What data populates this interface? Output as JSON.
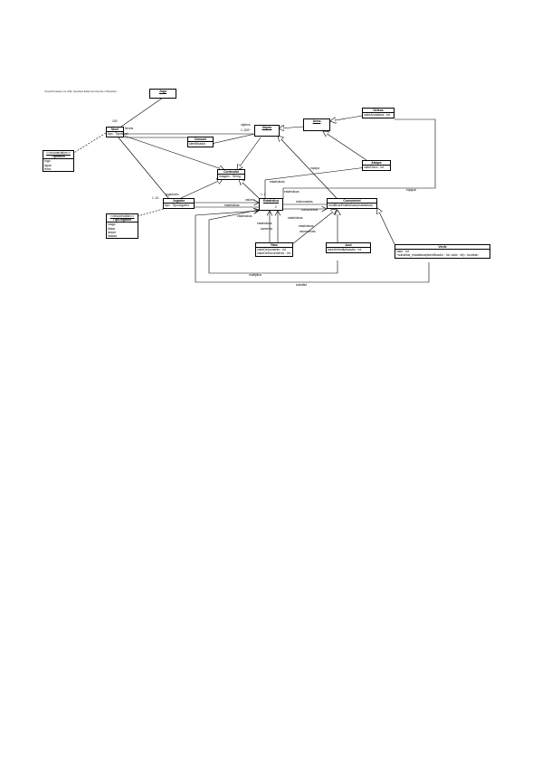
{
  "header": {
    "text": "Visual Paradigm for UML Standard Edition(University of Brasília)"
  },
  "classes": {
    "jogo": {
      "name": "Jogo"
    },
    "nivel": {
      "name": "Nível",
      "attributes": [
        "tipo : TipoNível"
      ]
    },
    "tipo_nivel": {
      "stereotype": "<<enumeration>>",
      "name": "TipoNível",
      "attributes": [
        "fogo",
        "água",
        "terra"
      ]
    },
    "comum": {
      "name": "ComumI",
      "attributes": [
        "identificador"
      ]
    },
    "objeto": {
      "name": "Objeto"
    },
    "conteudo": {
      "name": "ConteudoI",
      "attributes": [
        "imagem : String"
      ]
    },
    "jogador": {
      "name": "Jogador",
      "attributes": [
        "tipo : TipoJogador"
      ]
    },
    "tipo_jogador": {
      "stereotype": "<<enumeration>>",
      "name": "TipoJogador",
      "attributes": [
        "mago",
        "titular",
        "lancer",
        "lutador"
      ]
    },
    "arma": {
      "name": "Arma"
    },
    "defesa": {
      "name": "Defesa",
      "attributes": [
        "valorArmadura : Int"
      ]
    },
    "ataque": {
      "name": "Ataque",
      "attributes": [
        "valorDano : Int"
      ]
    },
    "estatistica": {
      "name": "Estatística"
    },
    "consumivel": {
      "name": "Consumível",
      "attributes": [
        "modificarEstatísticas(estatística)"
      ]
    },
    "raio": {
      "name": "Raio",
      "attributes": [
        "valorDeAumento : Int",
        "valorDeDecremento : Int"
      ]
    },
    "azul": {
      "name": "Azul",
      "attributes": [
        "fatorDeMultiplicação : Int"
      ]
    },
    "verde": {
      "name": "Verde",
      "attributes": [
        "valor : Int",
        "+substituir_estatistica(identificador : Int, valor : Int) : boolean"
      ]
    }
  },
  "labels": {
    "mult_100": "100",
    "niveis": "Níveis",
    "objetos": "objetos",
    "mult_1_200": "1..200*",
    "equipa": "equipa",
    "equipar": "equipar",
    "estatisticas_1": "estatísticas",
    "estatisticas_2": "estatísticas",
    "estatisticas_3": "estatísticas",
    "estatisticas_4": "estatísticas",
    "estatisticas_5": "estatísticas",
    "estatisticas_6": "estatísticas",
    "estatisticas_7": "estatísticas",
    "jogadores": "jogadores",
    "mult_1_10": "1..10",
    "valores": "valores",
    "mult_1_2": "1..2",
    "relacionadas": "relacionadas",
    "consumiveis": "consumíveis",
    "aumenta": "aumenta",
    "mult_2": "2",
    "decrementa": "decrementa",
    "multiplica": "multiplica",
    "substitui": "substitui"
  },
  "colors": {
    "line": "#000000",
    "background": "#ffffff",
    "header_text": "#333333"
  }
}
